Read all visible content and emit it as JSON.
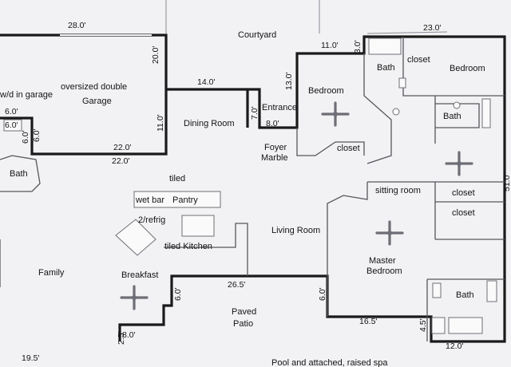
{
  "rooms": {
    "courtyard": "Courtyard",
    "wd_garage": "w/d in garage",
    "garage_line1": "oversized double",
    "garage_line2": "Garage",
    "bath_top": "Bath",
    "closet_top": "closet",
    "bedroom_right": "Bedroom",
    "bedroom_left": "Bedroom",
    "entrance": "Entrance",
    "dining": "Dining Room",
    "bath_small_right": "Bath",
    "closet_foyer": "closet",
    "foyer": "Foyer",
    "marble": "Marble",
    "bath_left": "Bath",
    "tiled_top": "tiled",
    "wet_bar": "wet bar",
    "pantry": "Pantry",
    "refrig": "2/refrig",
    "sitting": "sitting room",
    "closet_mid": "closet",
    "closet_mid2": "closet",
    "living": "Living Room",
    "tiled_kitchen": "tiled Kitchen",
    "master_line1": "Master",
    "master_line2": "Bedroom",
    "family": "Family",
    "breakfast": "Breakfast",
    "bath_master": "Bath",
    "paved_line1": "Paved",
    "paved_line2": "Patio",
    "pool": "Pool and attached, raised spa"
  },
  "dimensions": {
    "garage_top": "28.0'",
    "bedroom_top": "23.0'",
    "garage_right": "20.0'",
    "bath_top_width": "11.0'",
    "bath_top_depth": "3.0'",
    "dining_width": "14.0'",
    "entrance_depth": "13.0'",
    "wd_width": "6.0'",
    "wd_box_w": "6.0'",
    "wd_box_h": "6.0'",
    "wd_side": "6.0'",
    "garage_inner_right": "11.0'",
    "entrance_side": "7.0'",
    "foyer_width": "8.0'",
    "garage_bottom_a": "22.0'",
    "garage_bottom_b": "22.0'",
    "right_side": "51.0'",
    "patio_width": "26.5'",
    "breakfast_side": "6.0'",
    "master_side": "6.0'",
    "master_bottom": "16.5'",
    "bath_step": "4.5'",
    "bath_bottom": "12.0'",
    "breakfast_step": "2.5'",
    "breakfast_bottom": "8.0'",
    "family_bottom": "19.5'"
  }
}
